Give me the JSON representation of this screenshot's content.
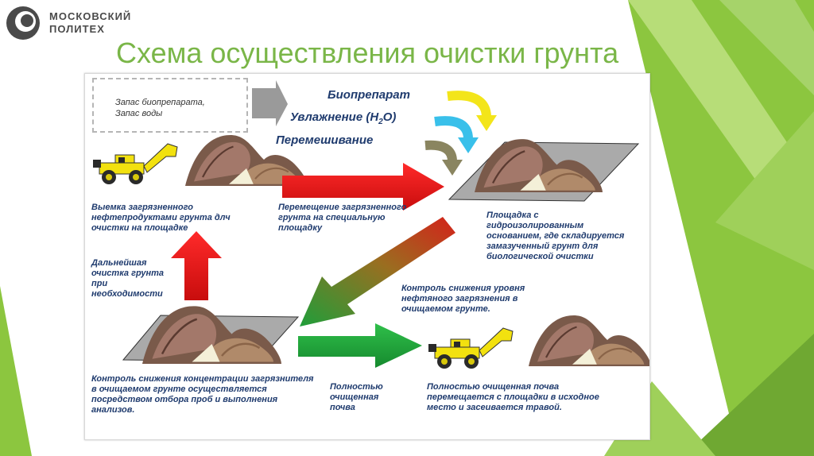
{
  "logo": {
    "line1": "МОСКОВСКИЙ",
    "line2": "ПОЛИТЕХ"
  },
  "slide": {
    "title": "Схема осуществления очистки грунта"
  },
  "diagram": {
    "supply_line1": "Запас биопрепарата,",
    "supply_line2": "Запас воды",
    "inputs": {
      "biopreparation": "Биопрепарат",
      "moistening": "Увлажнение (H",
      "moistening_sub": "2",
      "moistening_end": "O)",
      "mixing": "Перемешивание"
    },
    "excavation": "Выемка загрязненного нефтепродуктами грунта длч очистки на площадке",
    "transfer": "Перемещение загрязненного грунта на специальную площадку",
    "platform": "Площадка с гидроизолированным основанием, где складируется замазученный грунт для биологической очистки",
    "further_cleaning": "Дальнейшая очистка грунта при необходимости",
    "monitoring": "Контроль снижения уровня нефтяного загрязнения в очищаемом грунте.",
    "sampling": "Контроль снижения концентрации загрязнителя в очищаемом грунте осуществляется посредством отбора проб и выполнения анализов.",
    "clean_soil": "Полностью очищенная почва",
    "return": "Полностью очищенная почва перемещается с площадки в исходное место и засеивается травой."
  },
  "colors": {
    "accent_green": "#7ab648",
    "label_blue": "#1f3b6e",
    "arrow_red": "#e01b1b",
    "arrow_green": "#1f9e3a"
  }
}
